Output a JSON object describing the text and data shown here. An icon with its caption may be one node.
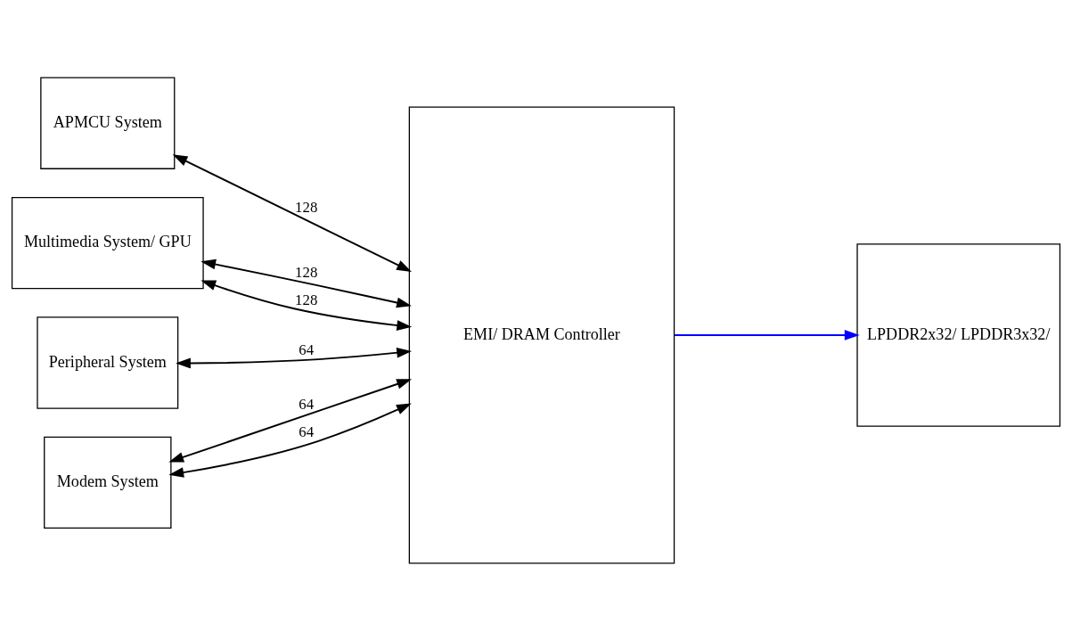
{
  "diagram": {
    "nodes": [
      {
        "text": [
          "APMCU System"
        ]
      },
      {
        "text": [
          "Multimedia System/ GPU"
        ]
      },
      {
        "text": [
          "Peripheral System"
        ]
      },
      {
        "text": [
          "Modem System"
        ]
      },
      {
        "text": [
          "EMI/ DRAM Controller"
        ]
      },
      {
        "text": [
          "LPDDR2x32/ LPDDR3x32/"
        ]
      }
    ],
    "edges": [
      {
        "from": 0,
        "to": 4,
        "arrow": "both",
        "label": "128"
      },
      {
        "from": 1,
        "to": 4,
        "arrow": "both",
        "label": "128"
      },
      {
        "from": 1,
        "to": 4,
        "arrow": "both",
        "label": "128"
      },
      {
        "from": 2,
        "to": 4,
        "arrow": "both",
        "label": "64"
      },
      {
        "from": 3,
        "to": 4,
        "arrow": "both",
        "label": "64"
      },
      {
        "from": 3,
        "to": 4,
        "arrow": "both",
        "label": "64"
      },
      {
        "from": 4,
        "to": 5,
        "arrow": "to",
        "color": "#0000ff"
      }
    ]
  }
}
